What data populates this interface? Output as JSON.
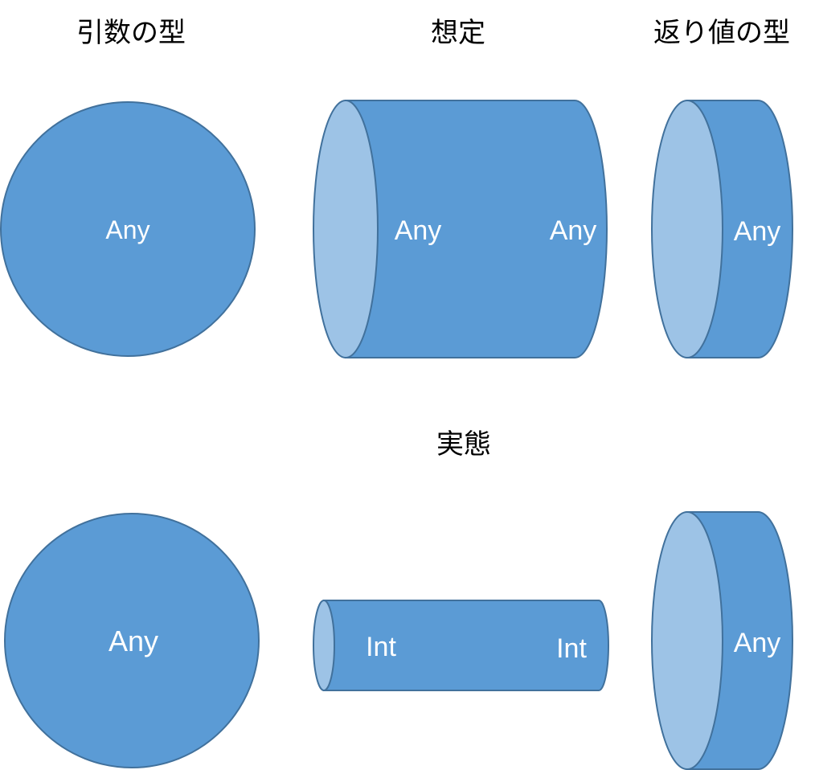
{
  "headings": {
    "argument_type": "引数の型",
    "expected": "想定",
    "return_type": "返り値の型",
    "actual": "実態"
  },
  "expected_row": {
    "argument_label": "Any",
    "pipe_input_label": "Any",
    "pipe_output_label": "Any",
    "return_label": "Any"
  },
  "actual_row": {
    "argument_label": "Any",
    "pipe_input_label": "Int",
    "pipe_output_label": "Int",
    "return_label": "Any"
  },
  "colors": {
    "shape_fill": "#5b9bd5",
    "shape_face": "#9dc3e6",
    "shape_stroke": "#41719c"
  }
}
